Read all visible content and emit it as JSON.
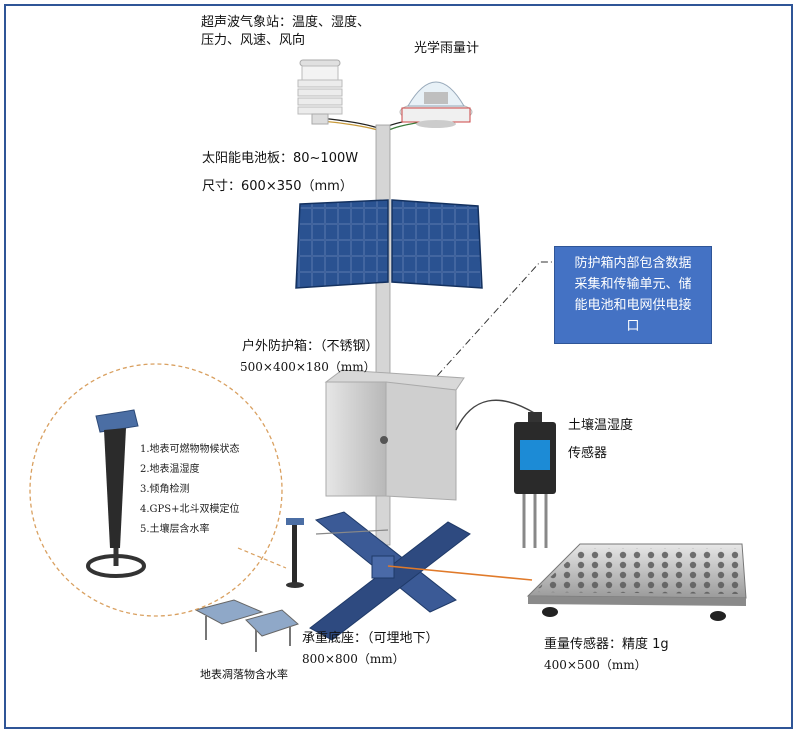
{
  "weather_station_label": [
    "超声波气象站：温度、湿度、",
    "压力、风速、风向"
  ],
  "rain_gauge_label": "光学雨量计",
  "solar_panel_label": "太阳能电池板：80~100W",
  "solar_size_label": "尺寸：600×350（mm）",
  "protection_box_text": [
    "防护箱内部包含数据",
    "采集和传输单元、储",
    "能电池和电网供电接",
    "口"
  ],
  "outdoor_box_label": "户外防护箱：（不锈钢）",
  "outdoor_box_size": "500×400×180（mm）",
  "soil_sensor_label": [
    "土壤温湿度",
    "传感器"
  ],
  "sensor_features": [
    "1.地表可燃物物候状态",
    "2.地表温湿度",
    "3.倾角检测",
    "4.GPS+北斗双模定位",
    "5.土壤层含水率"
  ],
  "base_label": "承重底座：（可埋地下）",
  "base_size": "800×800（mm）",
  "weight_sensor_label": "重量传感器：精度 1g",
  "weight_sensor_size": "400×500（mm）",
  "litter_label": "地表凋落物含水率",
  "colors": {
    "frame": "#2f5597",
    "info_box": "#4472c4",
    "solar": "#1f3f7a",
    "base": "#2e4a80",
    "dashed_circle": "#d9a060"
  }
}
